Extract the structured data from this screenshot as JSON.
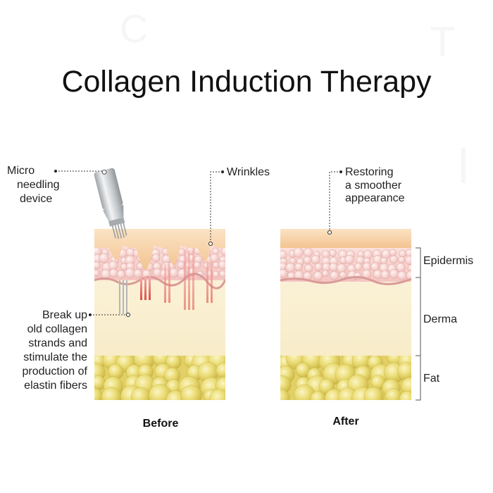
{
  "title": "Collagen Induction Therapy",
  "labels": {
    "micro_needling": [
      "Micro",
      "needling",
      "device"
    ],
    "wrinkles": "Wrinkles",
    "restoring": [
      "Restoring",
      "a smoother",
      "appearance"
    ],
    "break_up": [
      "Break up",
      "old collagen",
      "strands and",
      "stimulate the",
      "production of",
      "elastin fibers"
    ],
    "epidermis": "Epidermis",
    "derma": "Derma",
    "fat": "Fat"
  },
  "captions": {
    "before": "Before",
    "after": "After"
  },
  "colors": {
    "skin_surface": "#f6cd9e",
    "epidermis": "#f6d0cc",
    "derma": "#faf0d5",
    "fat": "#ecdf75",
    "needle": "#cfd2d4"
  }
}
